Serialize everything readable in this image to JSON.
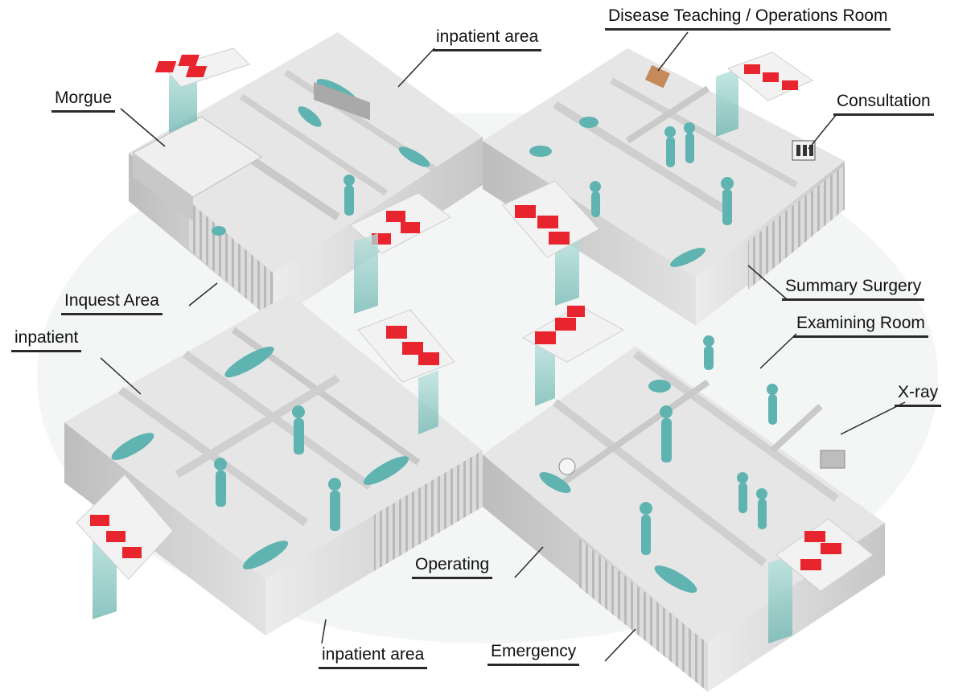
{
  "labels": {
    "inpatient_area_top": "inpatient area",
    "disease_teaching": "Disease Teaching / Operations Room",
    "morgue": "Morgue",
    "consultation": "Consultation",
    "summary_surgery": "Summary Surgery",
    "inquest_area": "Inquest Area",
    "examining_room": "Examining Room",
    "inpatient": "inpatient",
    "x_ray": "X-ray",
    "operating": "Operating",
    "inpatient_area_bottom": "inpatient area",
    "emergency": "Emergency"
  },
  "colors": {
    "wall": "#d6d6d6",
    "floor": "#e9e9e9",
    "figure": "#5fb3b0",
    "glass": "#9fd3cf",
    "roof_accent": "#e8252e",
    "leader": "#2a2a2a"
  }
}
